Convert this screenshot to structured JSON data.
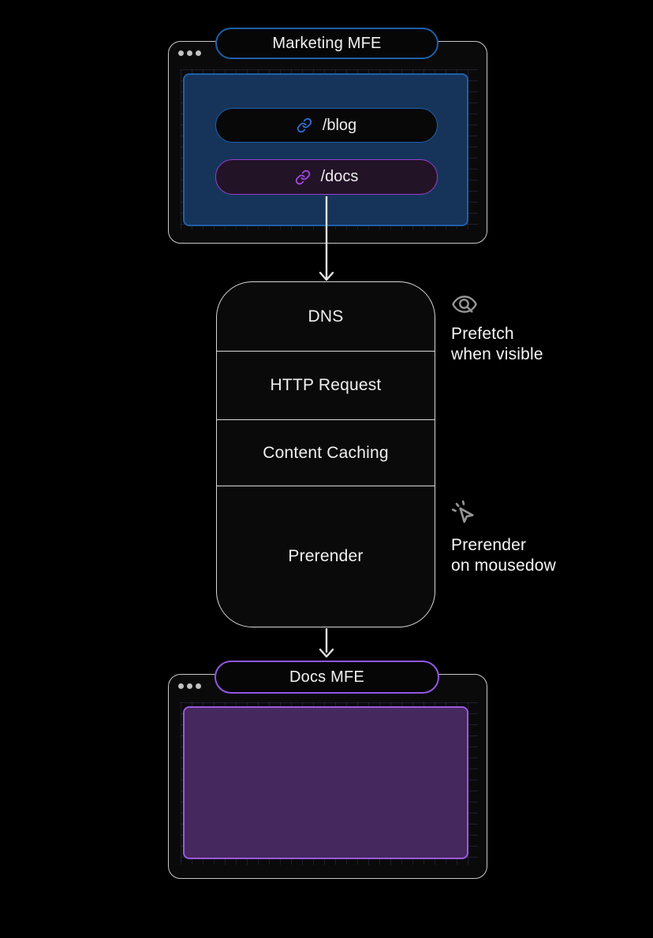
{
  "page": {
    "background": "#000000"
  },
  "marketing_window": {
    "tab_label": "Marketing MFE",
    "accent_color": "#1f5fa9",
    "panel_color": "#16345a",
    "window_dots": 3,
    "routes": [
      {
        "label": "/blog",
        "icon": "link-icon",
        "accent_color": "#1f5fa9",
        "icon_color": "#2e6fd6",
        "bg": "#080809"
      },
      {
        "label": "/docs",
        "icon": "link-icon",
        "accent_color": "#9440cc",
        "icon_color": "#9d4be0",
        "bg": "#231327"
      }
    ]
  },
  "pipeline": {
    "border_color": "#d9d9d9",
    "stages": [
      {
        "label": "DNS"
      },
      {
        "label": "HTTP Request"
      },
      {
        "label": "Content Caching"
      },
      {
        "label": "Prerender"
      }
    ]
  },
  "annotations": [
    {
      "icon": "prefetch-visibility-icon",
      "icon_color": "#969696",
      "lines": [
        "Prefetch",
        "when visible"
      ]
    },
    {
      "icon": "cursor-click-icon",
      "icon_color": "#969696",
      "lines": [
        "Prerender",
        "on mousedow"
      ]
    }
  ],
  "arrows": {
    "color": "#e4e4e4",
    "count": 2
  },
  "docs_window": {
    "tab_label": "Docs MFE",
    "accent_color": "#9257e3",
    "panel_color": "#45285d",
    "window_dots": 3
  }
}
